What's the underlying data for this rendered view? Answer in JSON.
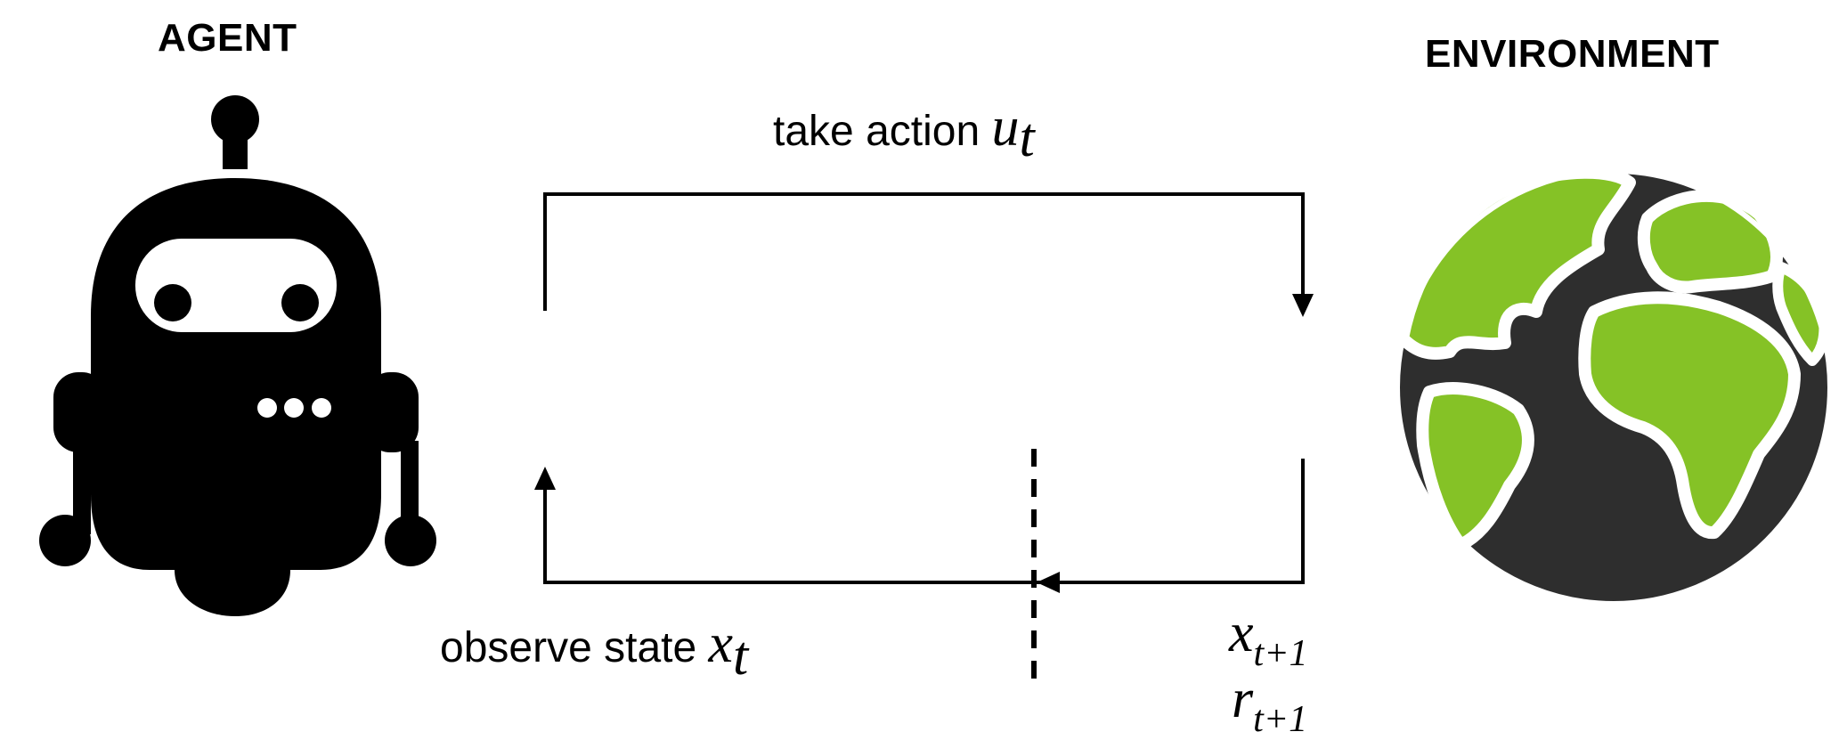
{
  "agent": {
    "title": "AGENT",
    "icon": "robot-icon"
  },
  "environment": {
    "title": "ENVIRONMENT",
    "icon": "globe-icon",
    "land_color": "#85c226",
    "ocean_color": "#2e2e2e"
  },
  "action": {
    "text": "take action ",
    "symbol": "u",
    "subscript": "t"
  },
  "observation": {
    "text": "observe state ",
    "symbol": "x",
    "subscript": "t"
  },
  "next_state": {
    "symbol": "x",
    "subscript": "t+1"
  },
  "next_reward": {
    "symbol": "r",
    "subscript": "t+1"
  },
  "colors": {
    "line": "#000000",
    "background": "#ffffff"
  }
}
